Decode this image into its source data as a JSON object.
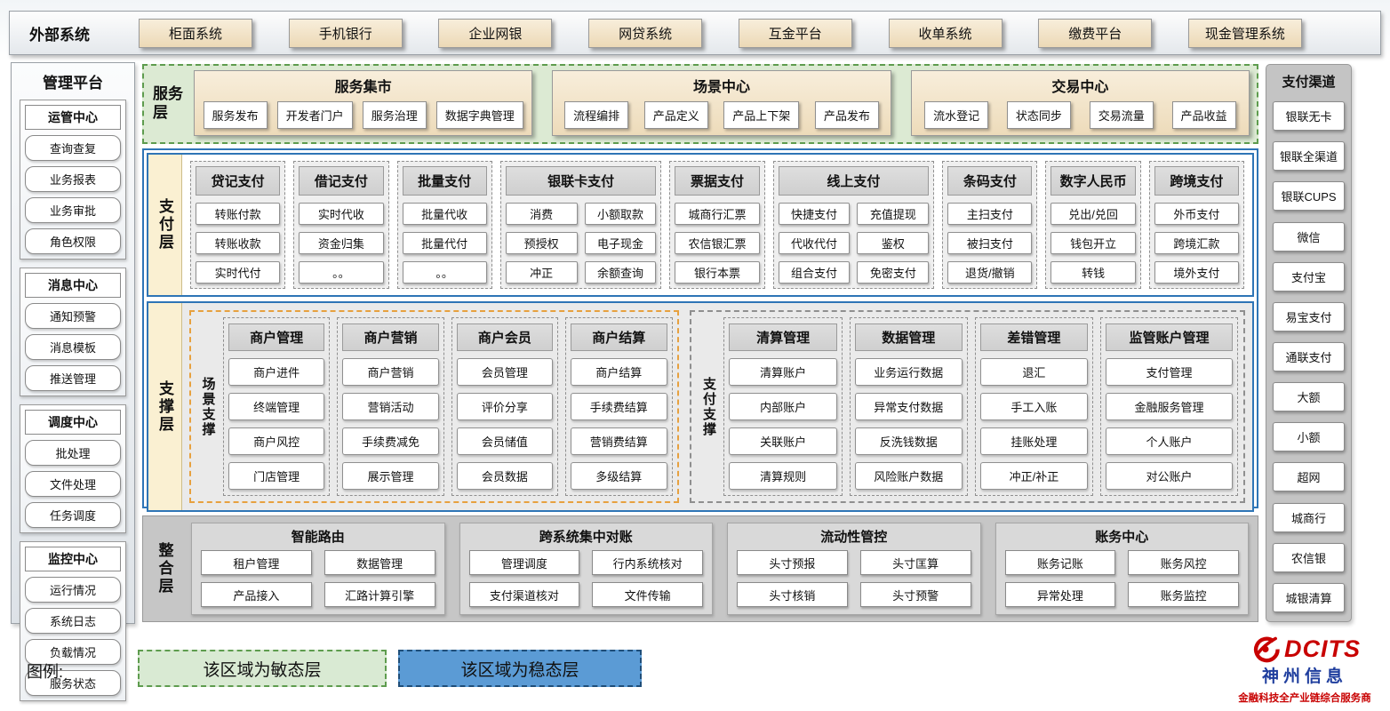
{
  "external": {
    "label": "外部系统",
    "items": [
      "柜面系统",
      "手机银行",
      "企业网银",
      "网贷系统",
      "互金平台",
      "收单系统",
      "缴费平台",
      "现金管理系统"
    ]
  },
  "management": {
    "title": "管理平台",
    "groups": [
      {
        "title": "运管中心",
        "items": [
          "查询查复",
          "业务报表",
          "业务审批",
          "角色权限"
        ]
      },
      {
        "title": "消息中心",
        "items": [
          "通知预警",
          "消息模板",
          "推送管理"
        ]
      },
      {
        "title": "调度中心",
        "items": [
          "批处理",
          "文件处理",
          "任务调度"
        ]
      },
      {
        "title": "监控中心",
        "items": [
          "运行情况",
          "系统日志",
          "负载情况",
          "服务状态"
        ]
      }
    ]
  },
  "service_layer": {
    "label": "服务层",
    "groups": [
      {
        "title": "服务集市",
        "items": [
          "服务发布",
          "开发者门户",
          "服务治理",
          "数据字典管理"
        ]
      },
      {
        "title": "场景中心",
        "items": [
          "流程编排",
          "产品定义",
          "产品上下架",
          "产品发布"
        ]
      },
      {
        "title": "交易中心",
        "items": [
          "流水登记",
          "状态同步",
          "交易流量",
          "产品收益"
        ]
      }
    ]
  },
  "payment_layer": {
    "label": "支付层",
    "columns": [
      {
        "title": "贷记支付",
        "cols": 1,
        "items": [
          "转账付款",
          "转账收款",
          "实时代付"
        ]
      },
      {
        "title": "借记支付",
        "cols": 1,
        "items": [
          "实时代收",
          "资金归集",
          "。。"
        ]
      },
      {
        "title": "批量支付",
        "cols": 1,
        "items": [
          "批量代收",
          "批量代付",
          "。。"
        ]
      },
      {
        "title": "银联卡支付",
        "cols": 2,
        "items": [
          "消费",
          "小额取款",
          "预授权",
          "电子现金",
          "冲正",
          "余额查询"
        ]
      },
      {
        "title": "票据支付",
        "cols": 1,
        "items": [
          "城商行汇票",
          "农信银汇票",
          "银行本票"
        ]
      },
      {
        "title": "线上支付",
        "cols": 2,
        "items": [
          "快捷支付",
          "充值提现",
          "代收代付",
          "鉴权",
          "组合支付",
          "免密支付"
        ]
      },
      {
        "title": "条码支付",
        "cols": 1,
        "items": [
          "主扫支付",
          "被扫支付",
          "退货/撤销"
        ]
      },
      {
        "title": "数字人民币",
        "cols": 1,
        "items": [
          "兑出/兑回",
          "钱包开立",
          "转钱"
        ]
      },
      {
        "title": "跨境支付",
        "cols": 1,
        "items": [
          "外币支付",
          "跨境汇款",
          "境外支付"
        ]
      }
    ]
  },
  "support_layer": {
    "label": "支撑层",
    "sections": [
      {
        "label": "场景支撑",
        "style": "orange",
        "columns": [
          {
            "title": "商户管理",
            "items": [
              "商户进件",
              "终端管理",
              "商户风控",
              "门店管理"
            ]
          },
          {
            "title": "商户营销",
            "items": [
              "商户营销",
              "营销活动",
              "手续费减免",
              "展示管理"
            ]
          },
          {
            "title": "商户会员",
            "items": [
              "会员管理",
              "评价分享",
              "会员储值",
              "会员数据"
            ]
          },
          {
            "title": "商户结算",
            "items": [
              "商户结算",
              "手续费结算",
              "营销费结算",
              "多级结算"
            ]
          }
        ]
      },
      {
        "label": "支付支撑",
        "style": "gray",
        "columns": [
          {
            "title": "清算管理",
            "items": [
              "清算账户",
              "内部账户",
              "关联账户",
              "清算规则"
            ]
          },
          {
            "title": "数据管理",
            "items": [
              "业务运行数据",
              "异常支付数据",
              "反洗钱数据",
              "风险账户数据"
            ]
          },
          {
            "title": "差错管理",
            "items": [
              "退汇",
              "手工入账",
              "挂账处理",
              "冲正/补正"
            ]
          },
          {
            "title": "监管账户管理",
            "items": [
              "支付管理",
              "金融服务管理",
              "个人账户",
              "对公账户"
            ],
            "wider": true
          }
        ]
      }
    ]
  },
  "integration_layer": {
    "label": "整合层",
    "groups": [
      {
        "title": "智能路由",
        "items": [
          "租户管理",
          "数据管理",
          "产品接入",
          "汇路计算引擎"
        ]
      },
      {
        "title": "跨系统集中对账",
        "items": [
          "管理调度",
          "行内系统核对",
          "支付渠道核对",
          "文件传输"
        ]
      },
      {
        "title": "流动性管控",
        "items": [
          "头寸预报",
          "头寸匡算",
          "头寸核销",
          "头寸预警"
        ]
      },
      {
        "title": "账务中心",
        "items": [
          "账务记账",
          "账务风控",
          "异常处理",
          "账务监控"
        ]
      }
    ]
  },
  "channels": {
    "title": "支付渠道",
    "items": [
      "银联无卡",
      "银联全渠道",
      "银联CUPS",
      "微信",
      "支付宝",
      "易宝支付",
      "通联支付",
      "大额",
      "小额",
      "超网",
      "城商行",
      "农信银",
      "城银清算"
    ]
  },
  "legend": {
    "label": "图例:",
    "agile": "该区域为敏态层",
    "stable": "该区域为稳态层"
  },
  "logo": {
    "brand": "DCITS",
    "name": "神州信息",
    "tagline": "金融科技全产业链综合服务商"
  },
  "colors": {
    "tan_box": "#f2e4cb",
    "agile_bg": "#dcead3",
    "agile_border": "#5e9c4e",
    "stable_border": "#2e75b6",
    "stable_legend_bg": "#5b9bd5",
    "band_label_bg": "#faf0d2",
    "header_gray": "#d9d9d9",
    "scene_support_border": "#e7a13f",
    "logo_red": "#c80000",
    "logo_blue": "#1f3e9e"
  }
}
